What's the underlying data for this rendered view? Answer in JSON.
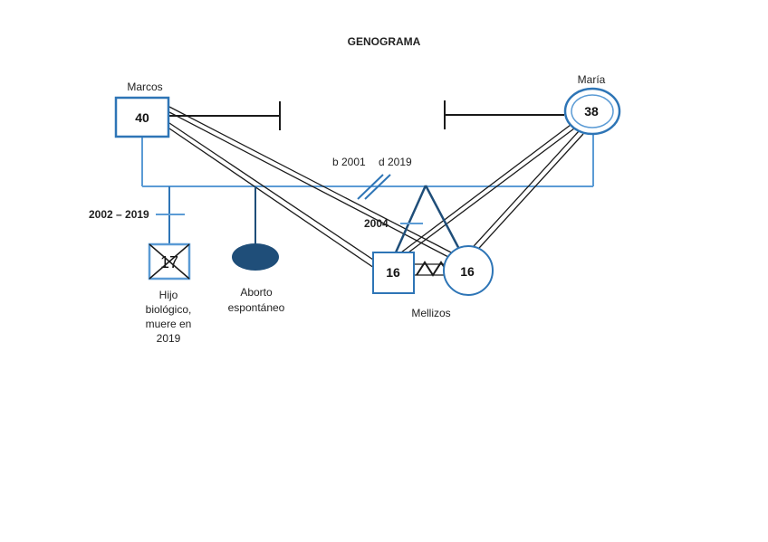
{
  "title": "GENOGRAMA",
  "colors": {
    "light_blue": "#5b9bd5",
    "mid_blue": "#2e75b6",
    "dark_blue": "#1f4e79",
    "black": "#1a1a1a"
  },
  "people": {
    "father": {
      "name": "Marcos",
      "age": "40",
      "shape": "square"
    },
    "mother": {
      "name": "María",
      "age": "38",
      "shape": "double-circle"
    },
    "deceased_son": {
      "age": "17",
      "shape": "crossed-square",
      "caption": [
        "Hijo",
        "biológico,",
        "muere en",
        "2019"
      ]
    },
    "miscarriage": {
      "shape": "filled-ellipse",
      "caption": [
        "Aborto",
        "espontáneo"
      ]
    },
    "twin_male": {
      "age": "16",
      "shape": "square"
    },
    "twin_female": {
      "age": "16",
      "shape": "circle"
    }
  },
  "annotations": {
    "marriage_dates": {
      "b": "b 2001",
      "d": "d 2019"
    },
    "son_lifespan": "2002 – 2019",
    "twins_year": "2004",
    "twins_label": "Mellizos"
  }
}
